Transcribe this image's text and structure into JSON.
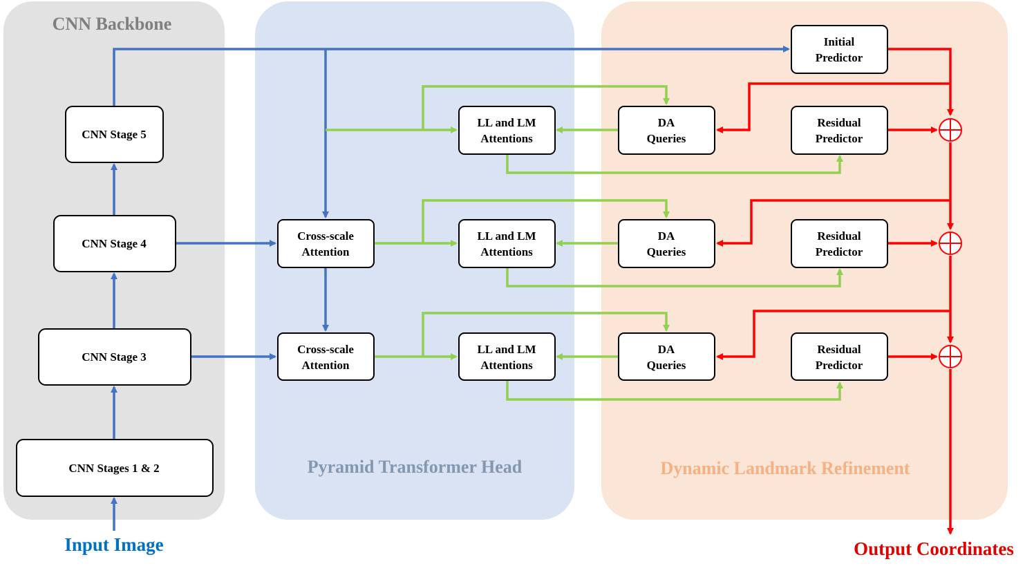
{
  "colors": {
    "backbone_panel": "#e2e2e2",
    "transformer_panel": "#dae3f3",
    "refinement_panel": "#fbe5d6",
    "blue_arrow": "#4472c4",
    "green_arrow": "#92d050",
    "red_arrow": "#ff0000",
    "backbone_title": "#7f7f7f",
    "transformer_title": "#8497b0",
    "refinement_title": "#f4b183",
    "input_label": "#0070c0",
    "output_label": "#e00000"
  },
  "panels": {
    "backbone_title": "CNN Backbone",
    "transformer_title": "Pyramid Transformer Head",
    "refinement_title": "Dynamic Landmark Refinement"
  },
  "backbone": {
    "stage5": "CNN Stage 5",
    "stage4": "CNN Stage 4",
    "stage3": "CNN Stage 3",
    "stage12": "CNN Stages 1 & 2"
  },
  "transformer": {
    "cross_scale_line1": "Cross-scale",
    "cross_scale_line2": "Attention",
    "ll_lm_line1": "LL and LM",
    "ll_lm_line2": "Attentions"
  },
  "refinement": {
    "initial_line1": "Initial",
    "initial_line2": "Predictor",
    "da_line1": "DA",
    "da_line2": "Queries",
    "residual_line1": "Residual",
    "residual_line2": "Predictor"
  },
  "io": {
    "input": "Input Image",
    "output": "Output Coordinates"
  }
}
